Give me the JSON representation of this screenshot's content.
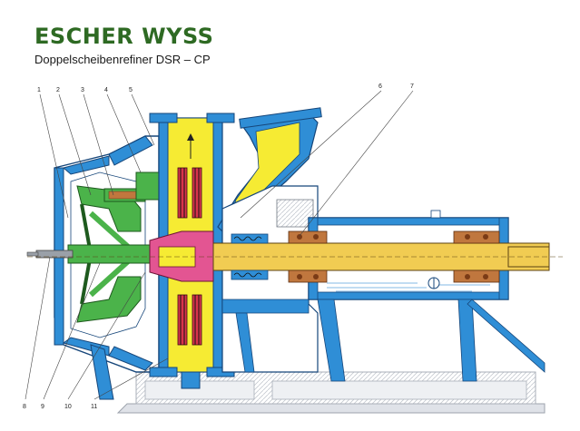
{
  "brand": {
    "name": "ESCHER WYSS",
    "color": "#2e6a23"
  },
  "subtitle": "Doppelscheibenrefiner DSR – CP",
  "callouts": {
    "top": [
      "1",
      "2",
      "3",
      "4",
      "5",
      "6",
      "7"
    ],
    "bottom": [
      "8",
      "9",
      "10",
      "11"
    ]
  },
  "colors": {
    "housing": "#2f8ed6",
    "housing_line": "#16467a",
    "green_part": "#4bb34a",
    "yellow_part": "#f6eb33",
    "pink_part": "#e35592",
    "shaft": "#f1cc52",
    "bearing": "#c0773e",
    "disc_segment": "#d8334b",
    "base": "#e9ebef"
  }
}
